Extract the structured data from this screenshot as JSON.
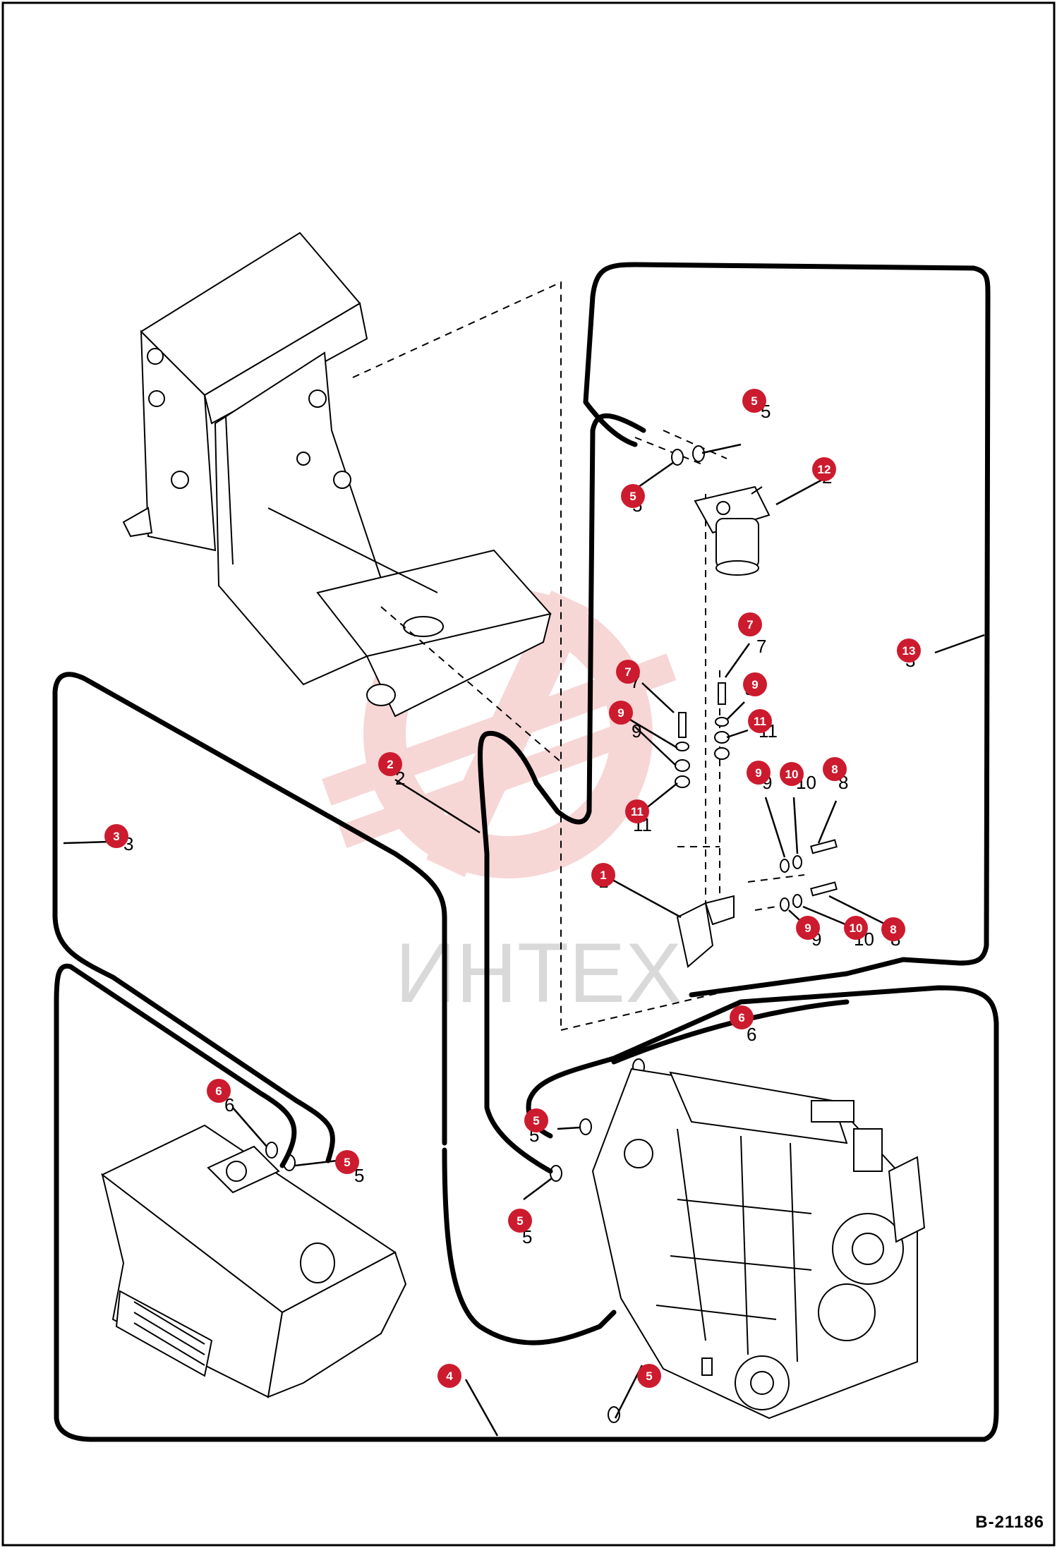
{
  "drawing_number": "B-21186",
  "watermark_text": "ИНТЕХ",
  "colors": {
    "callout_red": "#cc1b2e",
    "line": "#000000",
    "watermark_gray": "#d9d9d9",
    "watermark_red": "#f2b6b6"
  },
  "callouts": [
    {
      "label": "1"
    },
    {
      "label": "2"
    },
    {
      "label": "3"
    },
    {
      "label": "4"
    },
    {
      "label": "5"
    },
    {
      "label": "5"
    },
    {
      "label": "5"
    },
    {
      "label": "5"
    },
    {
      "label": "5"
    },
    {
      "label": "5"
    },
    {
      "label": "6"
    },
    {
      "label": "6"
    },
    {
      "label": "7"
    },
    {
      "label": "7"
    },
    {
      "label": "8"
    },
    {
      "label": "8"
    },
    {
      "label": "9"
    },
    {
      "label": "9"
    },
    {
      "label": "9"
    },
    {
      "label": "9"
    },
    {
      "label": "10"
    },
    {
      "label": "10"
    },
    {
      "label": "11"
    },
    {
      "label": "11"
    },
    {
      "label": "12"
    },
    {
      "label": "13"
    }
  ]
}
